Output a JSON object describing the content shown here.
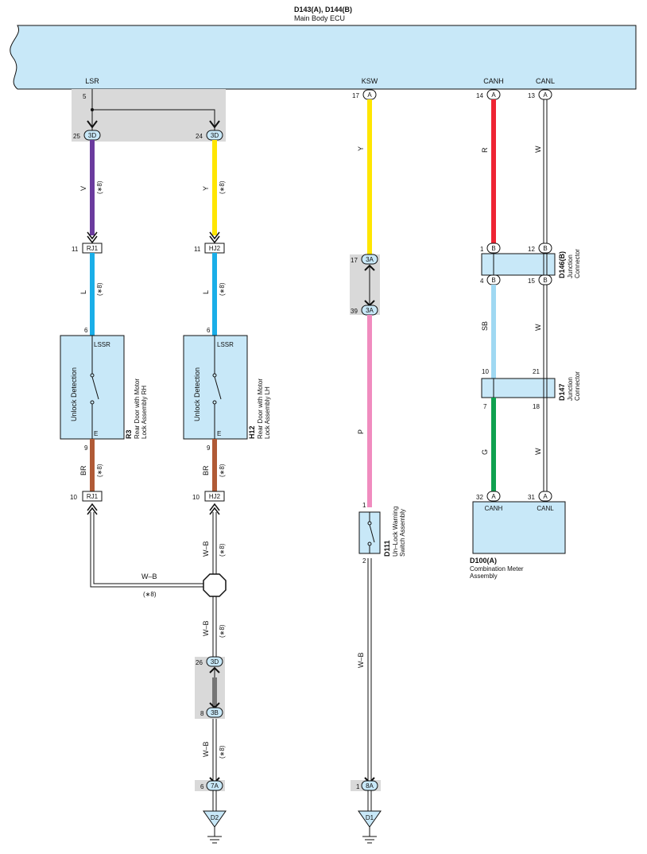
{
  "ecu": {
    "id": "D143(A), D144(B)",
    "name": "Main Body ECU"
  },
  "ecu_pins": {
    "lsr": "LSR",
    "ksw": "KSW",
    "canh": "CANH",
    "canl": "CANL"
  },
  "pins": {
    "p5": "5",
    "p17": "17",
    "p14": "14",
    "p13": "13",
    "p25": "25",
    "p24": "24",
    "p11a": "11",
    "p11b": "11",
    "p6a": "6",
    "p6b": "6",
    "p9a": "9",
    "p9b": "9",
    "p10a": "10",
    "p10b": "10",
    "p17b": "17",
    "p39": "39",
    "p1a": "1",
    "p12": "12",
    "p4": "4",
    "p15": "15",
    "p10c": "10",
    "p21": "21",
    "p7": "7",
    "p18": "18",
    "p32": "32",
    "p31": "31",
    "p1sw": "1",
    "p2sw": "2",
    "p26": "26",
    "p8": "8",
    "p6g": "6",
    "p1g": "1"
  },
  "connectors": {
    "A": "A",
    "B": "B",
    "3D": "3D",
    "3A": "3A",
    "3B": "3B",
    "7A": "7A",
    "8A": "8A",
    "RJ1": "RJ1",
    "HJ2": "HJ2"
  },
  "wires": {
    "V": "V",
    "Y": "Y",
    "R": "R",
    "W": "W",
    "L": "L",
    "SB": "SB",
    "G": "G",
    "BR": "BR",
    "P": "P",
    "WB": "W–B",
    "star8": "(∗8)"
  },
  "components": {
    "r3": {
      "id": "R3",
      "line1": "Rear Door with Motor",
      "line2": "Lock Assembly RH",
      "label": "Unlock Detection",
      "pin_top": "LSSR",
      "pin_bot": "E"
    },
    "h12": {
      "id": "H12",
      "line1": "Rear Door with Motor",
      "line2": "Lock Assembly LH",
      "label": "Unlock Detection",
      "pin_top": "LSSR",
      "pin_bot": "E"
    },
    "d146": {
      "id": "D146(B)",
      "line1": "Junction",
      "line2": "Connector"
    },
    "d147": {
      "id": "D147",
      "line1": "Junction",
      "line2": "Connector"
    },
    "d111": {
      "id": "D111",
      "line1": "Un–Lock Warning",
      "line2": "Switch Assembly"
    },
    "d100": {
      "id": "D100(A)",
      "line1": "Combination Meter",
      "line2": "Assembly",
      "pin_canh": "CANH",
      "pin_canl": "CANL"
    }
  },
  "grounds": {
    "d2": "D2",
    "d1": "D1"
  },
  "colors": {
    "box": "#c8e8f8",
    "violet": "#6b3b9e",
    "yellow": "#ffe600",
    "red": "#ee2433",
    "lightblue": "#1aaee8",
    "skyblue": "#9fd8f2",
    "green": "#0fa14f",
    "brown": "#b05a36",
    "pink": "#f08cbf",
    "shade": "#d9d9d9"
  }
}
